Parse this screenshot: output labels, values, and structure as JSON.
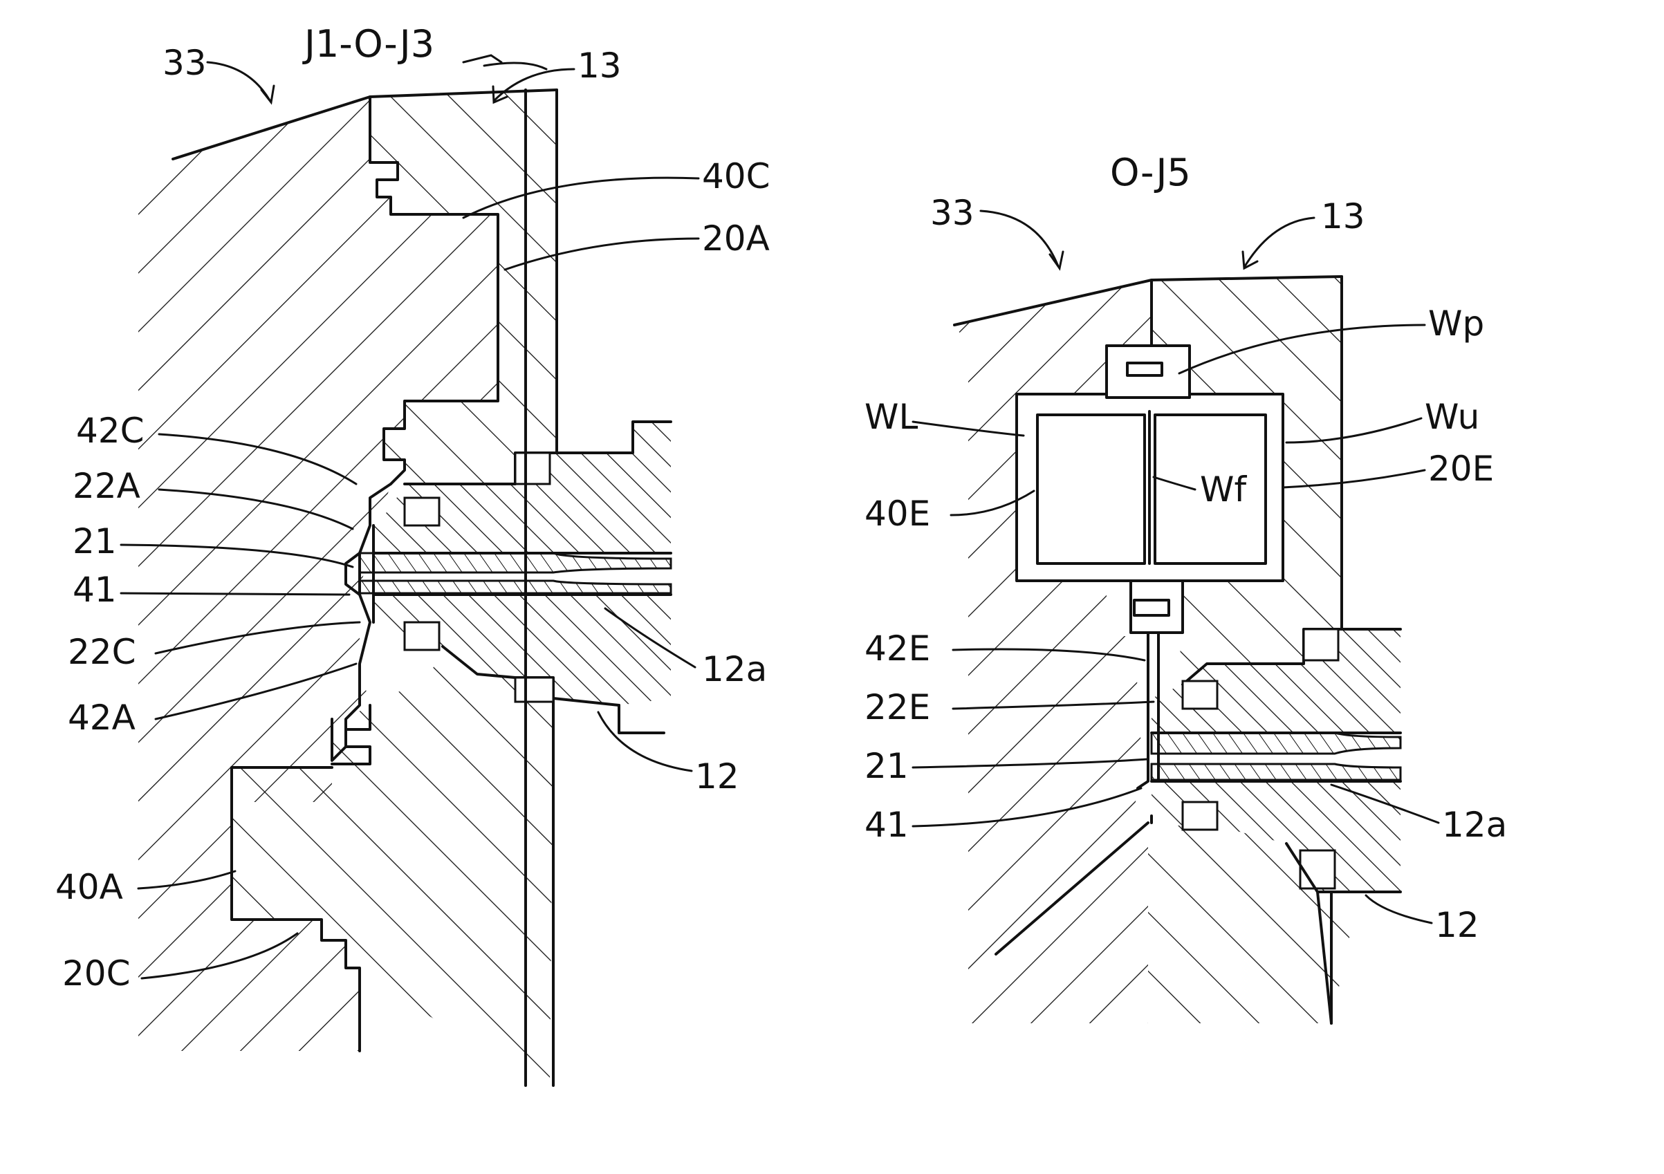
{
  "figure_left": {
    "title": "J1-O-J3",
    "labels": {
      "l33": "33",
      "l13": "13",
      "l40C": "40C",
      "l20A": "20A",
      "l42C": "42C",
      "l22A": "22A",
      "l21": "21",
      "l41": "41",
      "l22C": "22C",
      "l42A": "42A",
      "l12a": "12a",
      "l12": "12",
      "l40A": "40A",
      "l20C": "20C"
    }
  },
  "figure_right": {
    "title": "O-J5",
    "labels": {
      "l33": "33",
      "l13": "13",
      "lWp": "Wp",
      "lWL": "WL",
      "lWu": "Wu",
      "l20E": "20E",
      "lWf": "Wf",
      "l40E": "40E",
      "l42E": "42E",
      "l22E": "22E",
      "l21": "21",
      "l41": "41",
      "l12a": "12a",
      "l12": "12"
    }
  },
  "colors": {
    "ink": "#111111",
    "paper": "#ffffff"
  }
}
